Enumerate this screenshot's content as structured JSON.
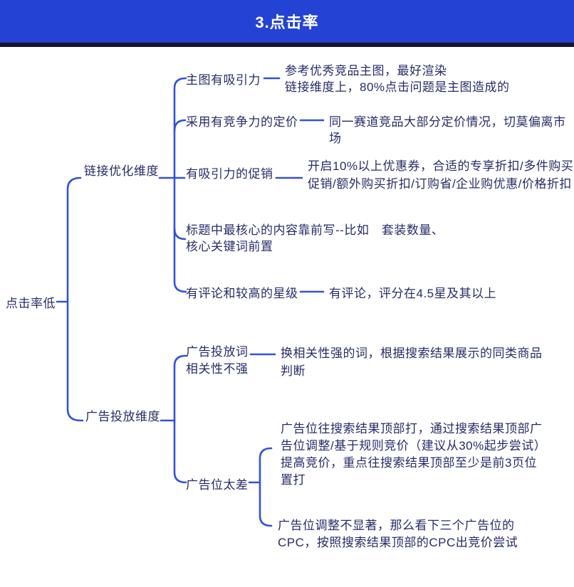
{
  "header": {
    "title": "3.点击率",
    "bg_color": "#2442d3",
    "divider_color": "#16142a",
    "title_color": "#ffffff"
  },
  "mindmap": {
    "line_color": "#3352da",
    "text_color": "#272c68",
    "root": {
      "label": "点击率低"
    },
    "branches": [
      {
        "label": "链接优化维度",
        "children": [
          {
            "label": "主图有吸引力",
            "note": "参考优秀竞品主图，最好渲染\n链接维度上，80%点击问题是主图造成的"
          },
          {
            "label": "采用有竞争力的定价",
            "note": "同一赛道竞品大部分定价情况，切莫偏离市场"
          },
          {
            "label": "有吸引力的促销",
            "note": "开启10%以上优惠券，合适的专享折扣/多件购买\n促销/额外购买折扣/订购省/企业购优惠/价格折扣"
          },
          {
            "label": "标题中最核心的内容靠前写--比如　套装数量、\n核心关键词前置"
          },
          {
            "label": "有评论和较高的星级",
            "note": "有评论，评分在4.5星及其以上"
          }
        ]
      },
      {
        "label": "广告投放维度",
        "children": [
          {
            "label": "广告投放词\n相关性不强",
            "note": "换相关性强的词，根据搜索结果展示的同类商品\n判断"
          },
          {
            "label": "广告位太差",
            "notes": [
              "广告位往搜索结果顶部打，通过搜索结果顶部广\n告位调整/基于规则竞价（建议从30%起步尝试）\n提高竞价，重点往搜索结果顶部至少是前3页位\n置打",
              "广告位调整不显著，那么看下三个广告位的\nCPC，按照搜索结果顶部的CPC出竞价尝试"
            ]
          }
        ]
      }
    ]
  }
}
